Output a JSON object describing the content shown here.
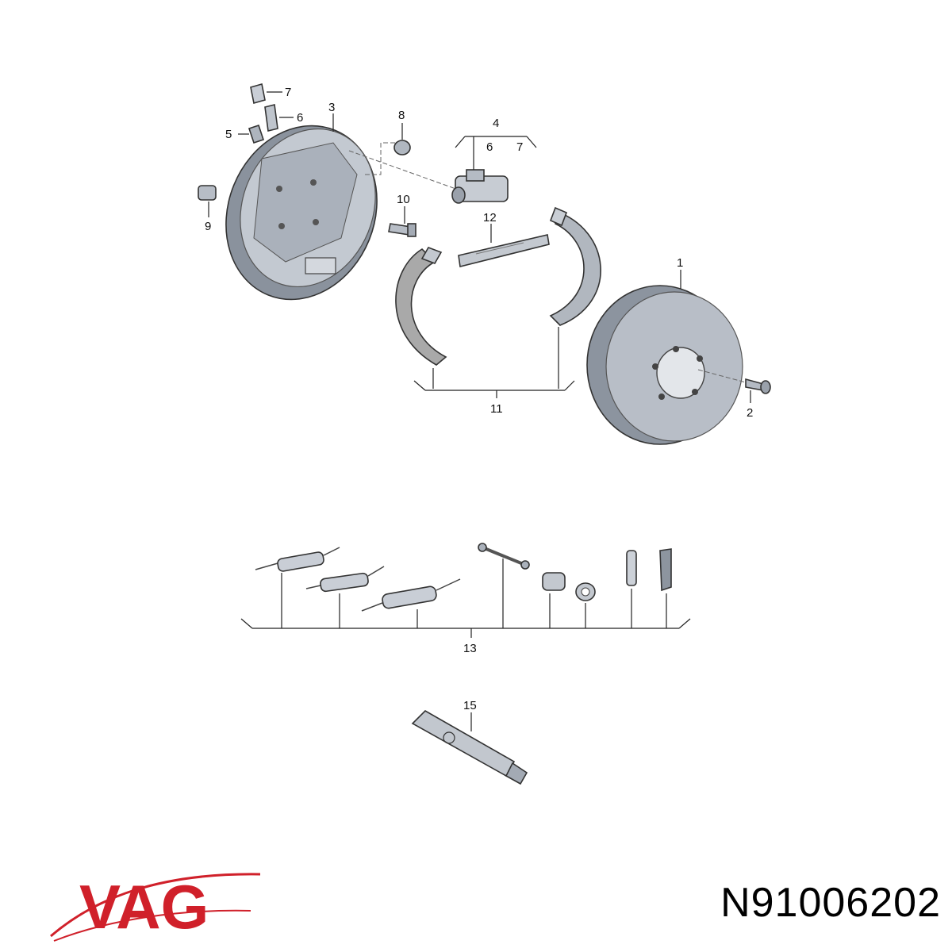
{
  "brand": {
    "logo_text": "VAG",
    "logo_color": "#d0202a"
  },
  "part_number": "N91006202",
  "callouts": {
    "c1": "1",
    "c2": "2",
    "c3": "3",
    "c4": "4",
    "c5": "5",
    "c6a": "6",
    "c6b": "6",
    "c7a": "7",
    "c7b": "7",
    "c8": "8",
    "c9": "9",
    "c10": "10",
    "c11": "11",
    "c12": "12",
    "c13": "13",
    "c15": "15"
  },
  "colors": {
    "metal": "#b9c0ca",
    "metal_dark": "#7f8894",
    "metal_light": "#dfe3e8",
    "lining": "#a9a9a9"
  }
}
